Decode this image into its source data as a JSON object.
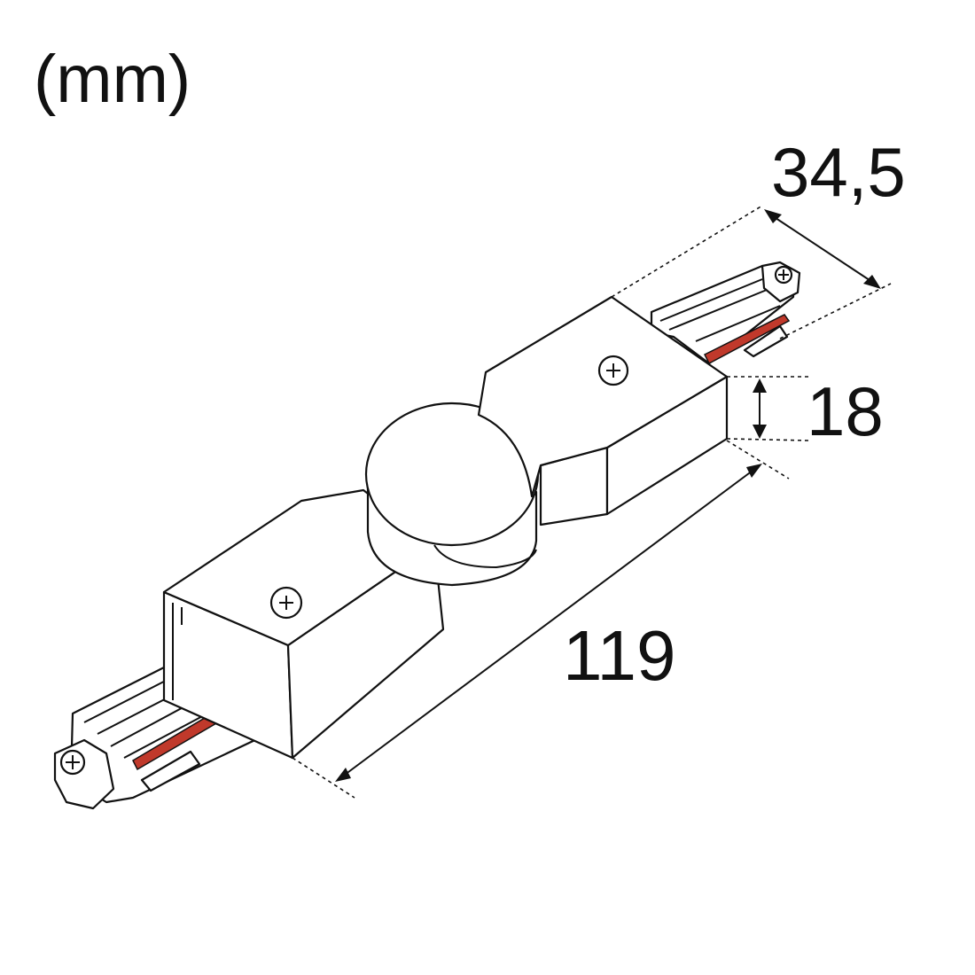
{
  "unit_label": "(mm)",
  "dimensions": {
    "width": "34,5",
    "height": "18",
    "length": "119"
  },
  "colors": {
    "line": "#111111",
    "conductor_stripe": "#c0392b",
    "background": "#ffffff"
  }
}
